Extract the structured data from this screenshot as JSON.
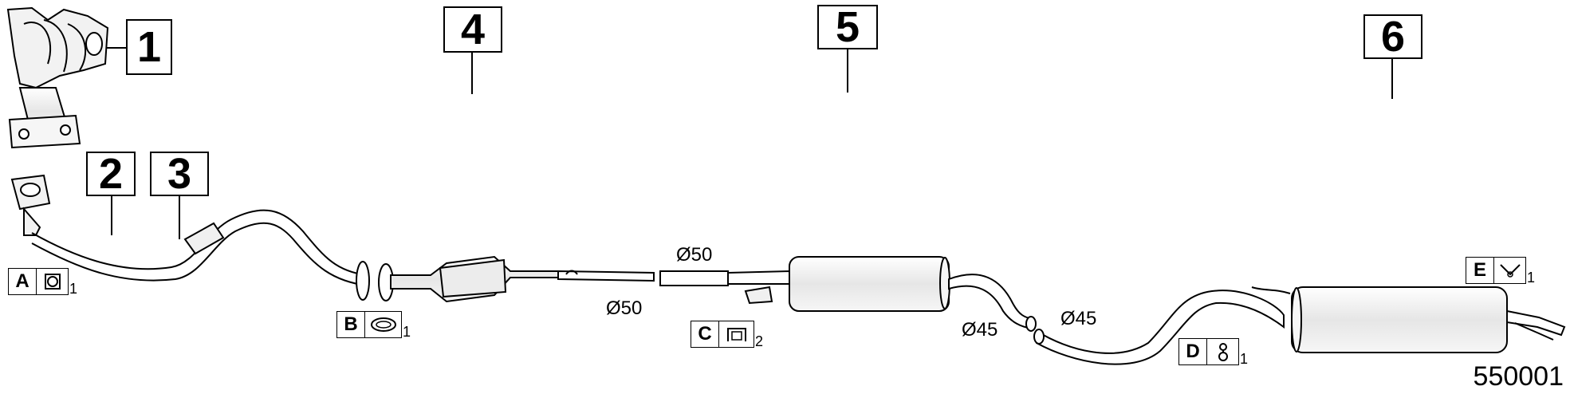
{
  "callouts": [
    "1",
    "2",
    "3",
    "4",
    "5",
    "6"
  ],
  "diameters": {
    "d1": "Ø50",
    "d2": "Ø50",
    "d3": "Ø45",
    "d4": "Ø45"
  },
  "accessories": [
    {
      "letter": "A",
      "qty": "1",
      "icon": "gasket-square-icon"
    },
    {
      "letter": "B",
      "qty": "1",
      "icon": "gasket-ring-icon"
    },
    {
      "letter": "C",
      "qty": "2",
      "icon": "pipe-clamp-icon"
    },
    {
      "letter": "D",
      "qty": "1",
      "icon": "rubber-hanger-icon"
    },
    {
      "letter": "E",
      "qty": "1",
      "icon": "mount-bracket-icon"
    }
  ],
  "reference": "550001",
  "colors": {
    "line": "#000000",
    "part_fill": "#eeeeee",
    "background": "#ffffff"
  }
}
